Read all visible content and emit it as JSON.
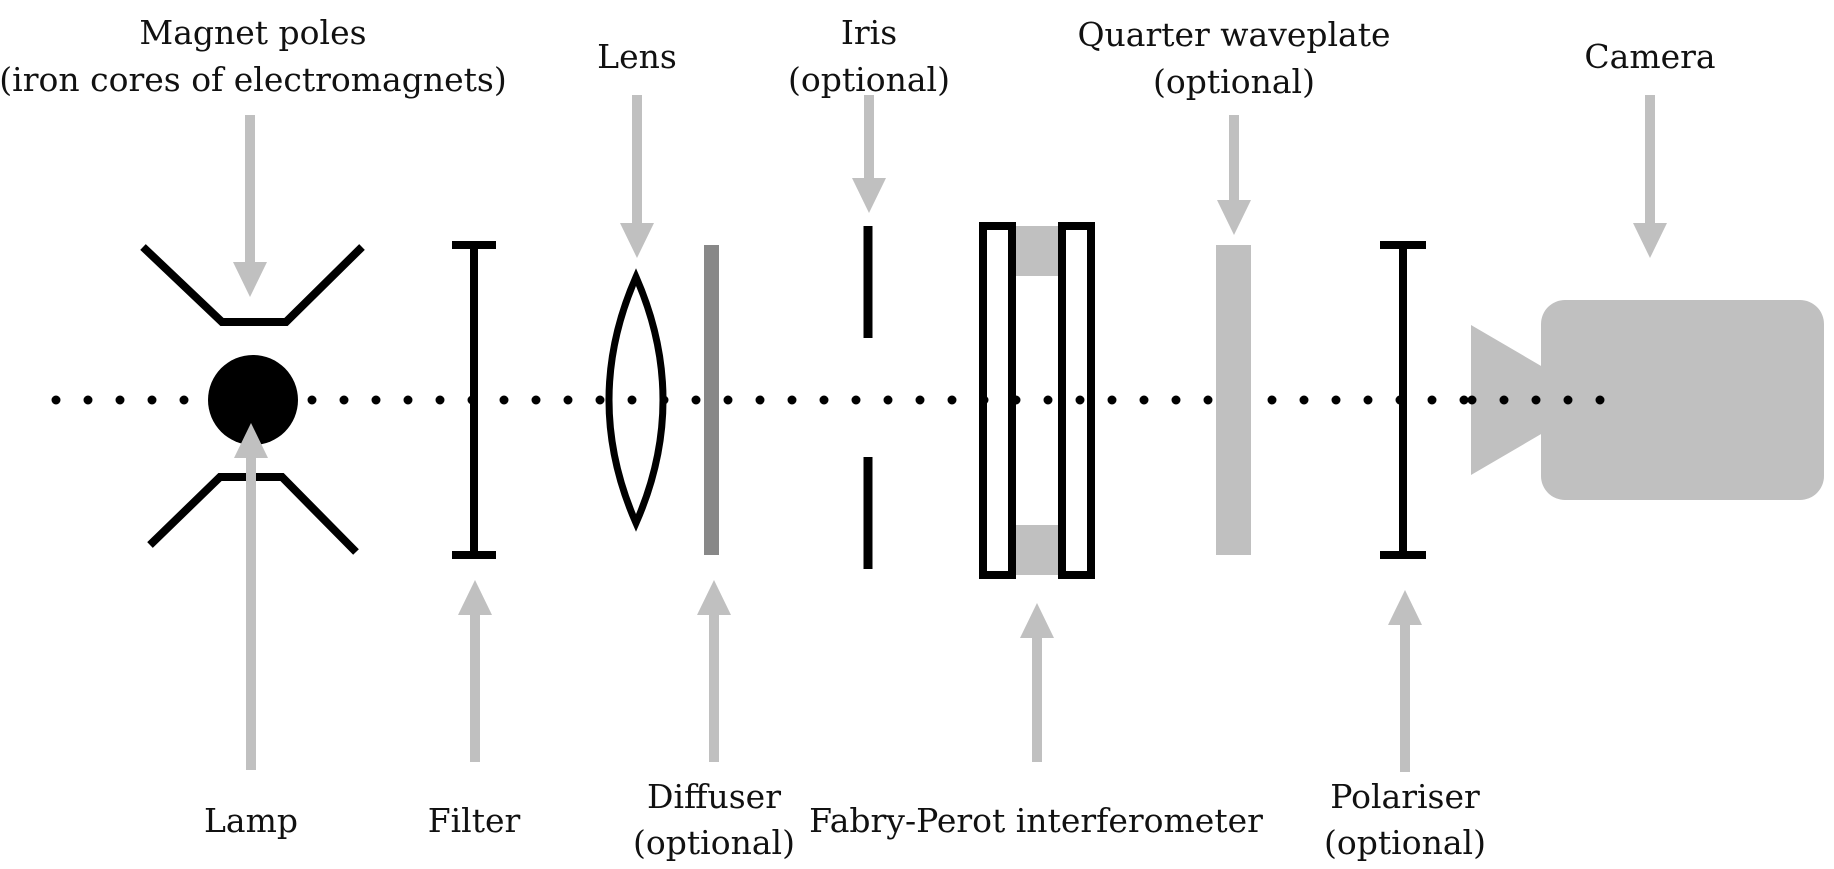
{
  "labels": {
    "magnet_poles_line1": "Magnet poles",
    "magnet_poles_line2": "(iron cores of electromagnets)",
    "lens": "Lens",
    "iris_line1": "Iris",
    "iris_line2": "(optional)",
    "quarter_waveplate_line1": "Quarter waveplate",
    "quarter_waveplate_line2": "(optional)",
    "camera": "Camera",
    "lamp": "Lamp",
    "filter": "Filter",
    "diffuser_line1": "Diffuser",
    "diffuser_line2": "(optional)",
    "fabry_perot": "Fabry-Perot interferometer",
    "polariser_line1": "Polariser",
    "polariser_line2": "(optional)"
  },
  "colors": {
    "component": "#000000",
    "arrow": "#c0c0c0",
    "camera": "#c0c0c0",
    "diffuser": "#888888",
    "waveplate": "#c0c0c0",
    "spacer": "#c0c0c0"
  }
}
